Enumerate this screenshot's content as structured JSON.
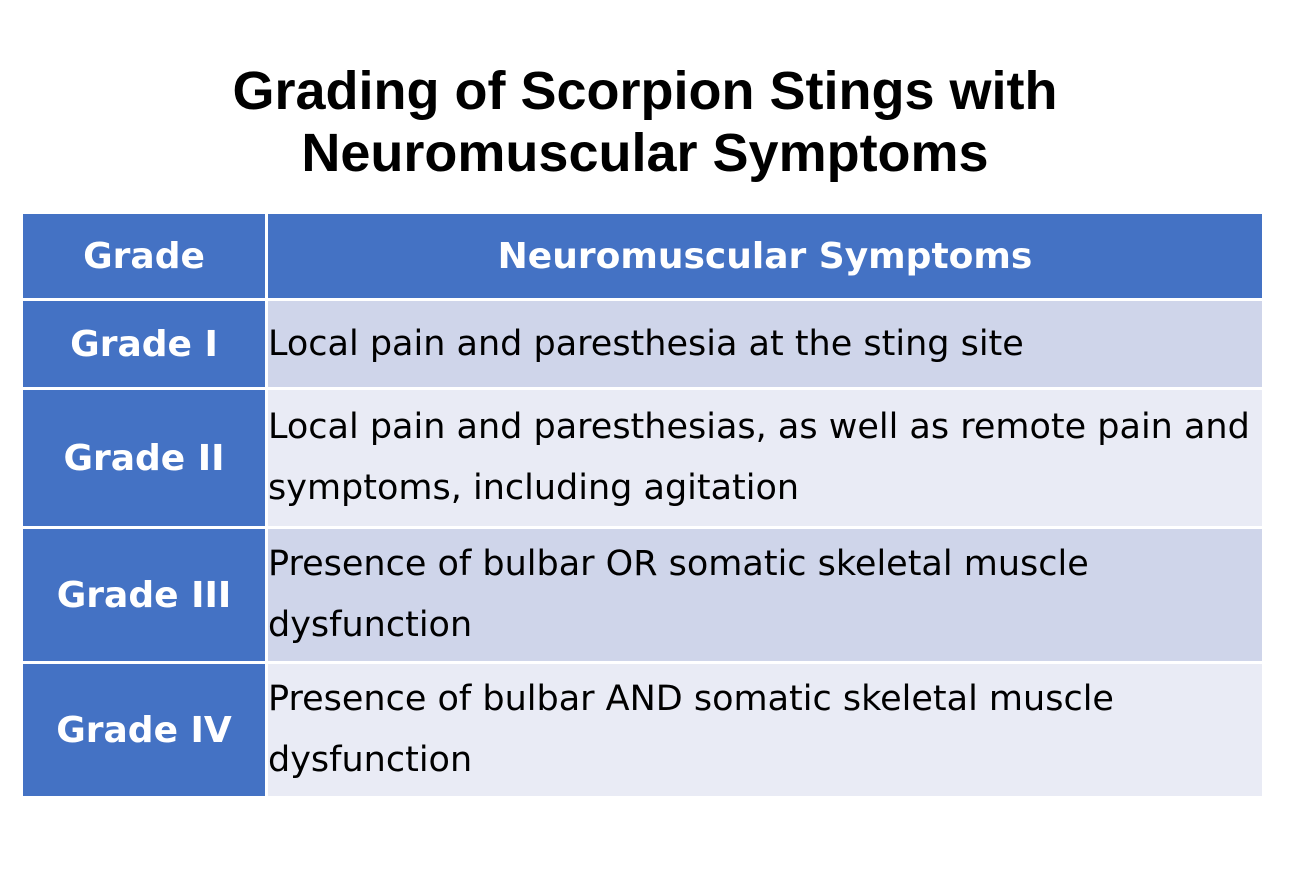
{
  "title": {
    "line1": "Grading of Scorpion Stings with",
    "line2": "Neuromuscular Symptoms"
  },
  "table": {
    "headers": [
      "Grade",
      "Neuromuscular Symptoms"
    ],
    "rows": [
      {
        "grade": "Grade I",
        "symptoms": "Local pain and paresthesia at the sting site"
      },
      {
        "grade": "Grade II",
        "symptoms": "Local pain and paresthesias, as well as remote pain and symptoms, including agitation"
      },
      {
        "grade": "Grade III",
        "symptoms": "Presence of bulbar OR somatic skeletal muscle dysfunction"
      },
      {
        "grade": "Grade IV",
        "symptoms": "Presence of bulbar AND somatic skeletal muscle dysfunction"
      }
    ]
  },
  "colors": {
    "header_blue": "#4472c4",
    "row_band_dark": "#cfd5ea",
    "row_band_light": "#e9ebf5"
  }
}
